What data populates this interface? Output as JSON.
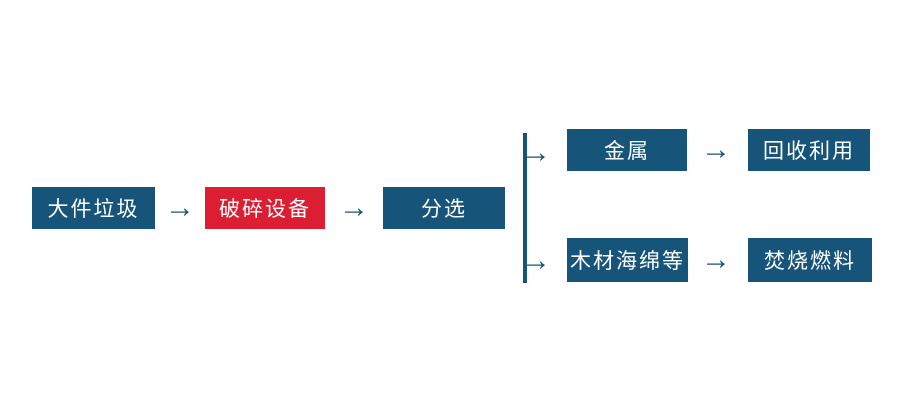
{
  "page": {
    "background": "#ffffff"
  },
  "colors": {
    "node_blue": "#16547A",
    "node_red": "#DC1E32",
    "arrow_blue": "#16547A",
    "node_text": "#ffffff"
  },
  "diagram": {
    "type": "flowchart",
    "direction": "left-to-right",
    "arrow_glyph": "→",
    "nodes": [
      {
        "id": "bulky_waste",
        "label": "大件垃圾",
        "color": "blue"
      },
      {
        "id": "crushing_equipment",
        "label": "破碎设备",
        "color": "red"
      },
      {
        "id": "sorting",
        "label": "分选",
        "color": "blue"
      },
      {
        "id": "metal",
        "label": "金属",
        "color": "blue"
      },
      {
        "id": "recycling",
        "label": "回收利用",
        "color": "blue"
      },
      {
        "id": "wood_sponge_etc",
        "label": "木材海绵等",
        "color": "blue"
      },
      {
        "id": "incineration_fuel",
        "label": "焚烧燃料",
        "color": "blue"
      }
    ],
    "edges": [
      {
        "from": "大件垃圾",
        "to": "破碎设备"
      },
      {
        "from": "破碎设备",
        "to": "分选"
      },
      {
        "from": "分选",
        "to": "金属"
      },
      {
        "from": "分选",
        "to": "木材海绵等"
      },
      {
        "from": "金属",
        "to": "回收利用"
      },
      {
        "from": "木材海绵等",
        "to": "焚烧燃料"
      }
    ]
  }
}
